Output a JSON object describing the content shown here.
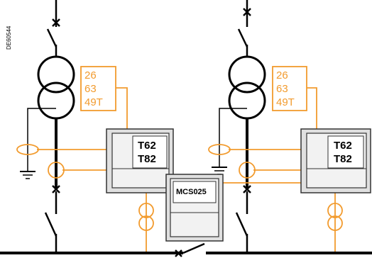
{
  "figure_ref": "DE60544",
  "left_bay": {
    "protection_codes": [
      "26",
      "63",
      "49T"
    ],
    "relay_labels": [
      "T62",
      "T82"
    ]
  },
  "right_bay": {
    "protection_codes": [
      "26",
      "63",
      "49T"
    ],
    "relay_labels": [
      "T62",
      "T82"
    ]
  },
  "coupler_relay": {
    "label": "MCS025"
  },
  "colors": {
    "power_line": "#000000",
    "signal_wiring": "#f29b2e",
    "relay_body": "#e0e0e0"
  },
  "icons": [
    "disconnector-icon",
    "power-transformer-icon",
    "earth-icon",
    "current-transformer-icon",
    "voltage-transformer-icon",
    "circuit-breaker-icon"
  ]
}
